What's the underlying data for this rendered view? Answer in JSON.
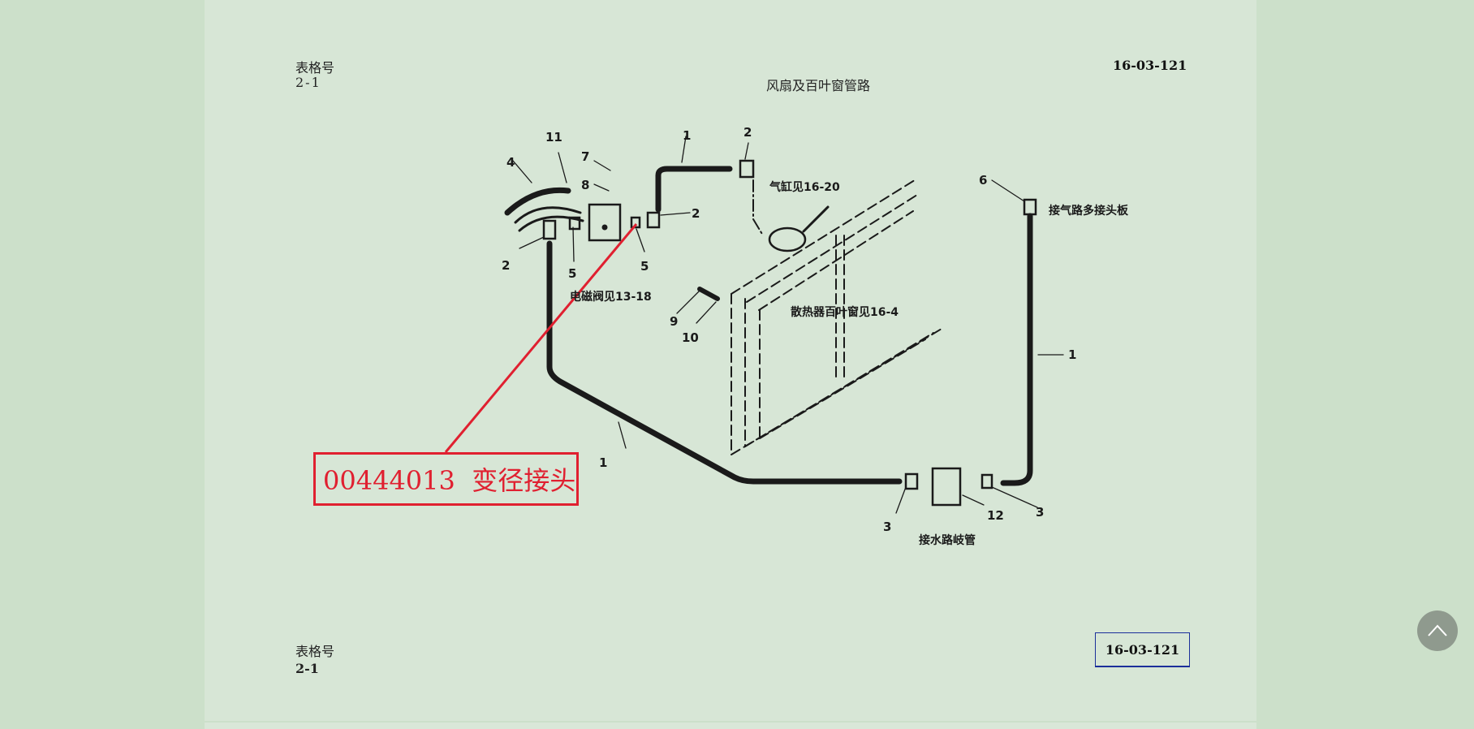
{
  "header": {
    "form_label": "表格号",
    "form_number": "2-1",
    "title": "风扇及百叶窗管路",
    "code": "16-03-121"
  },
  "footer": {
    "form_label": "表格号",
    "form_number": "2-1",
    "code_link": "16-03-121"
  },
  "diagram": {
    "callouts": {
      "p4": "4",
      "p11": "11",
      "p7": "7",
      "p8": "8",
      "p1a": "1",
      "p2a": "2",
      "p2b": "2",
      "p2c": "2",
      "p5a": "5",
      "p5b": "5",
      "p9": "9",
      "p10": "10",
      "p6": "6",
      "p1b": "1",
      "p1c": "1",
      "p3a": "3",
      "p3b": "3",
      "p12": "12"
    },
    "notes": {
      "solenoid": "电磁阀见13-18",
      "cylinder": "气缸见16-20",
      "radiator": "散热器百叶窗见16-4",
      "air_board": "接气路多接头板",
      "water_manifold": "接水路岐管"
    }
  },
  "annotation": {
    "text": "00444013  变径接头",
    "color": "#e02030"
  },
  "scroll_top": {
    "icon": "chevron-up-icon"
  }
}
